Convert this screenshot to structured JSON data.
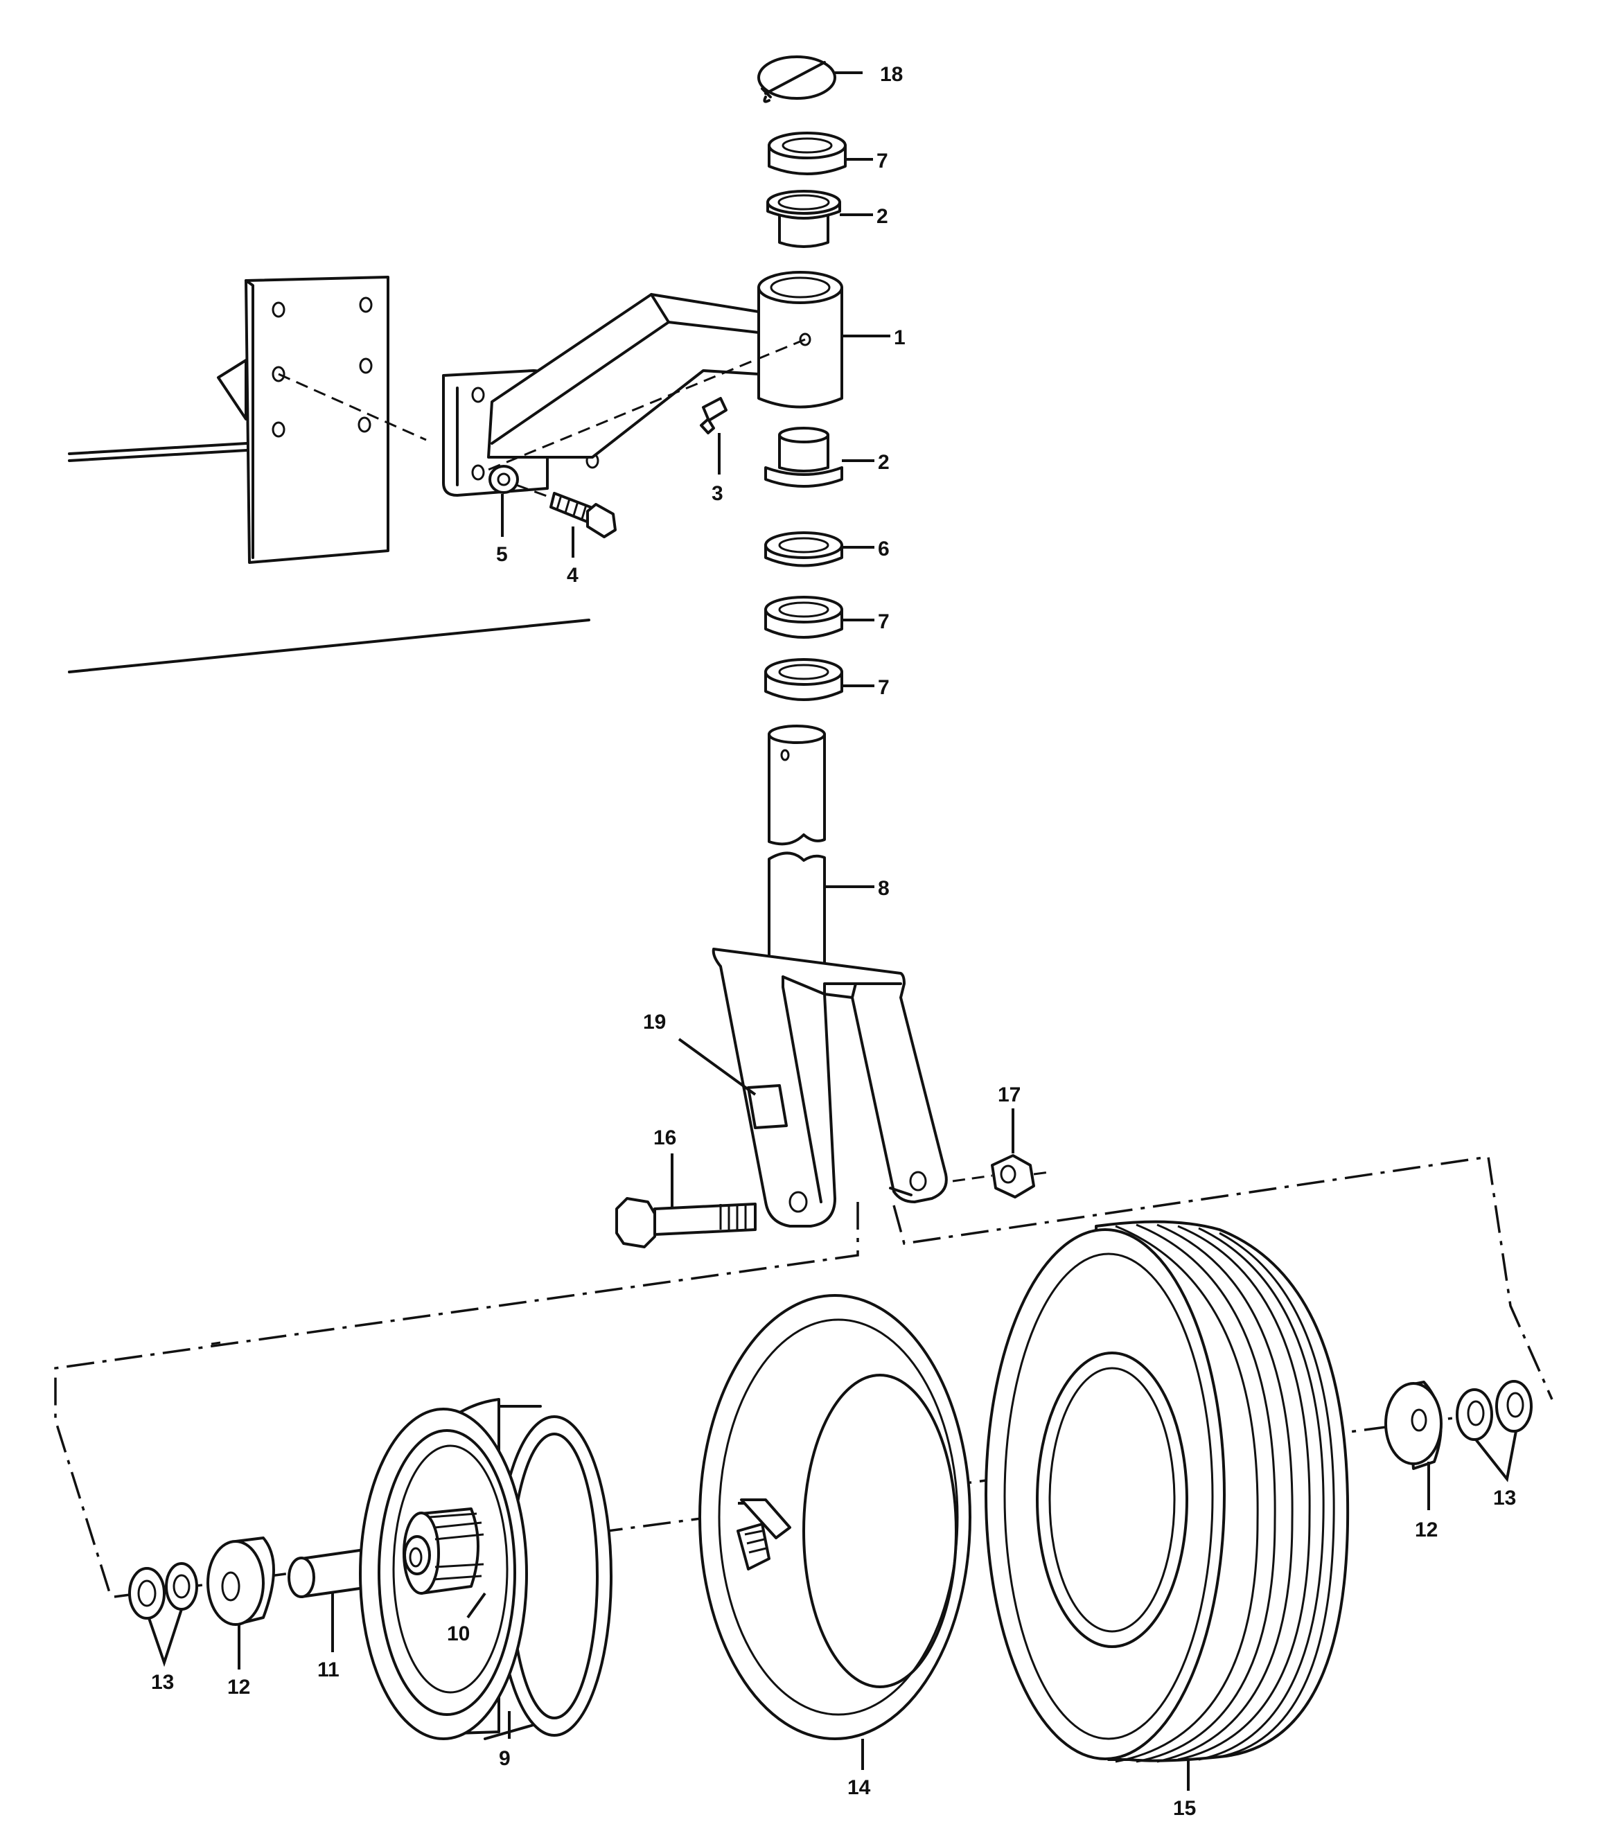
{
  "diagram": {
    "type": "exploded-parts-view",
    "callouts": {
      "p1": "1",
      "p2a": "2",
      "p2b": "2",
      "p3": "3",
      "p4": "4",
      "p5": "5",
      "p6": "6",
      "p7a": "7",
      "p7b": "7",
      "p7c": "7",
      "p8": "8",
      "p9": "9",
      "p10": "10",
      "p11": "11",
      "p12a": "12",
      "p12b": "12",
      "p13a": "13",
      "p13b": "13",
      "p14": "14",
      "p15": "15",
      "p16": "16",
      "p17": "17",
      "p18": "18",
      "p19": "19"
    }
  }
}
